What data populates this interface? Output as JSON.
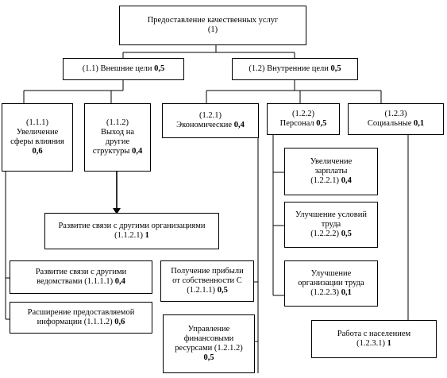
{
  "root": {
    "title": "Предоставление качественных услуг",
    "code": "(1)"
  },
  "n11": {
    "prefix": "(1.1) Внешние цели ",
    "weight": "0,5"
  },
  "n12": {
    "prefix": "(1.2) Внутренние цели ",
    "weight": "0,5"
  },
  "n111": {
    "code": "(1.1.1)",
    "l1": "Увеличение",
    "l2": "сферы влияния",
    "weight": "0,6"
  },
  "n112": {
    "code": "(1.1.2)",
    "l1": "Выход на",
    "l2": "другие",
    "l3": "структуры ",
    "weight": "0,4"
  },
  "n121": {
    "code": "(1.2.1)",
    "label": "Экономические ",
    "weight": "0,4"
  },
  "n122": {
    "code": "(1.2.2)",
    "label": "Персонал ",
    "weight": "0,5"
  },
  "n123": {
    "code": "(1.2.3)",
    "label": "Социальные ",
    "weight": "0,1"
  },
  "n1121": {
    "label": "Развитие связи с другими организациями",
    "code": "(1.1.2.1) ",
    "weight": "1"
  },
  "n1111": {
    "l1": "Развитие связи с другими",
    "l2": "ведомствами ",
    "code": "(1.1.1.1) ",
    "weight": "0,4"
  },
  "n1112": {
    "l1": "Расширение предоставляемой",
    "l2": "информации ",
    "code": "(1.1.1.2) ",
    "weight": "0,6"
  },
  "n1211": {
    "l1": "Получение прибыли",
    "l2": "от собственности С",
    "code": "(1.2.1.1) ",
    "weight": "0,5"
  },
  "n1212": {
    "l1": "Управление",
    "l2": "финансовыми",
    "l3": "ресурсами (1.2.1.2)",
    "weight": "0,5"
  },
  "n1221": {
    "l1": "Увеличение",
    "l2": "зарплаты",
    "code": "(1.2.2.1) ",
    "weight": "0,4"
  },
  "n1222": {
    "l1": "Улучшение условий",
    "l2": "труда",
    "code": "(1.2.2.2) ",
    "weight": "0,5"
  },
  "n1223": {
    "l1": "Улучшение",
    "l2": "организации труда",
    "code": "(1.2.2.3) ",
    "weight": "0,1"
  },
  "n1231": {
    "l1": "Работа с населением",
    "code": "(1.2.3.1) ",
    "weight": "1"
  }
}
